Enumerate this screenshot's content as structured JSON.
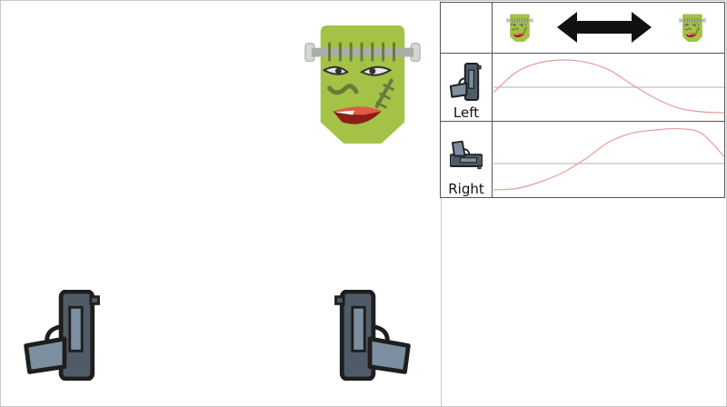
{
  "colors": {
    "face": "#a4c246",
    "stitch": "#6b7a3a",
    "bolt": "#c8cdc4",
    "mouth": "#c0392b",
    "gun_dark": "#4f5b66",
    "gun_light": "#7b8fa1",
    "outline": "#1e1e1e",
    "curve": "#e89a9a",
    "midline": "#b0b0b0"
  },
  "icons": {
    "monster": "frankenstein-monster-icon",
    "pistol": "pistol-icon",
    "arrow": "double-headed-arrow-icon"
  },
  "panel": {
    "rows": [
      {
        "label": "Left"
      },
      {
        "label": "Right"
      }
    ]
  },
  "chart_data": [
    {
      "type": "line",
      "series": [
        {
          "values": [
            0.4,
            0.78,
            0.95,
            1.0,
            0.96,
            0.82,
            0.55,
            0.3,
            0.12,
            0.05,
            0.03
          ]
        }
      ]
    },
    {
      "type": "line",
      "series": [
        {
          "values": [
            0.03,
            0.05,
            0.15,
            0.3,
            0.52,
            0.78,
            0.92,
            0.97,
            0.99,
            0.92,
            0.55
          ]
        }
      ]
    }
  ]
}
